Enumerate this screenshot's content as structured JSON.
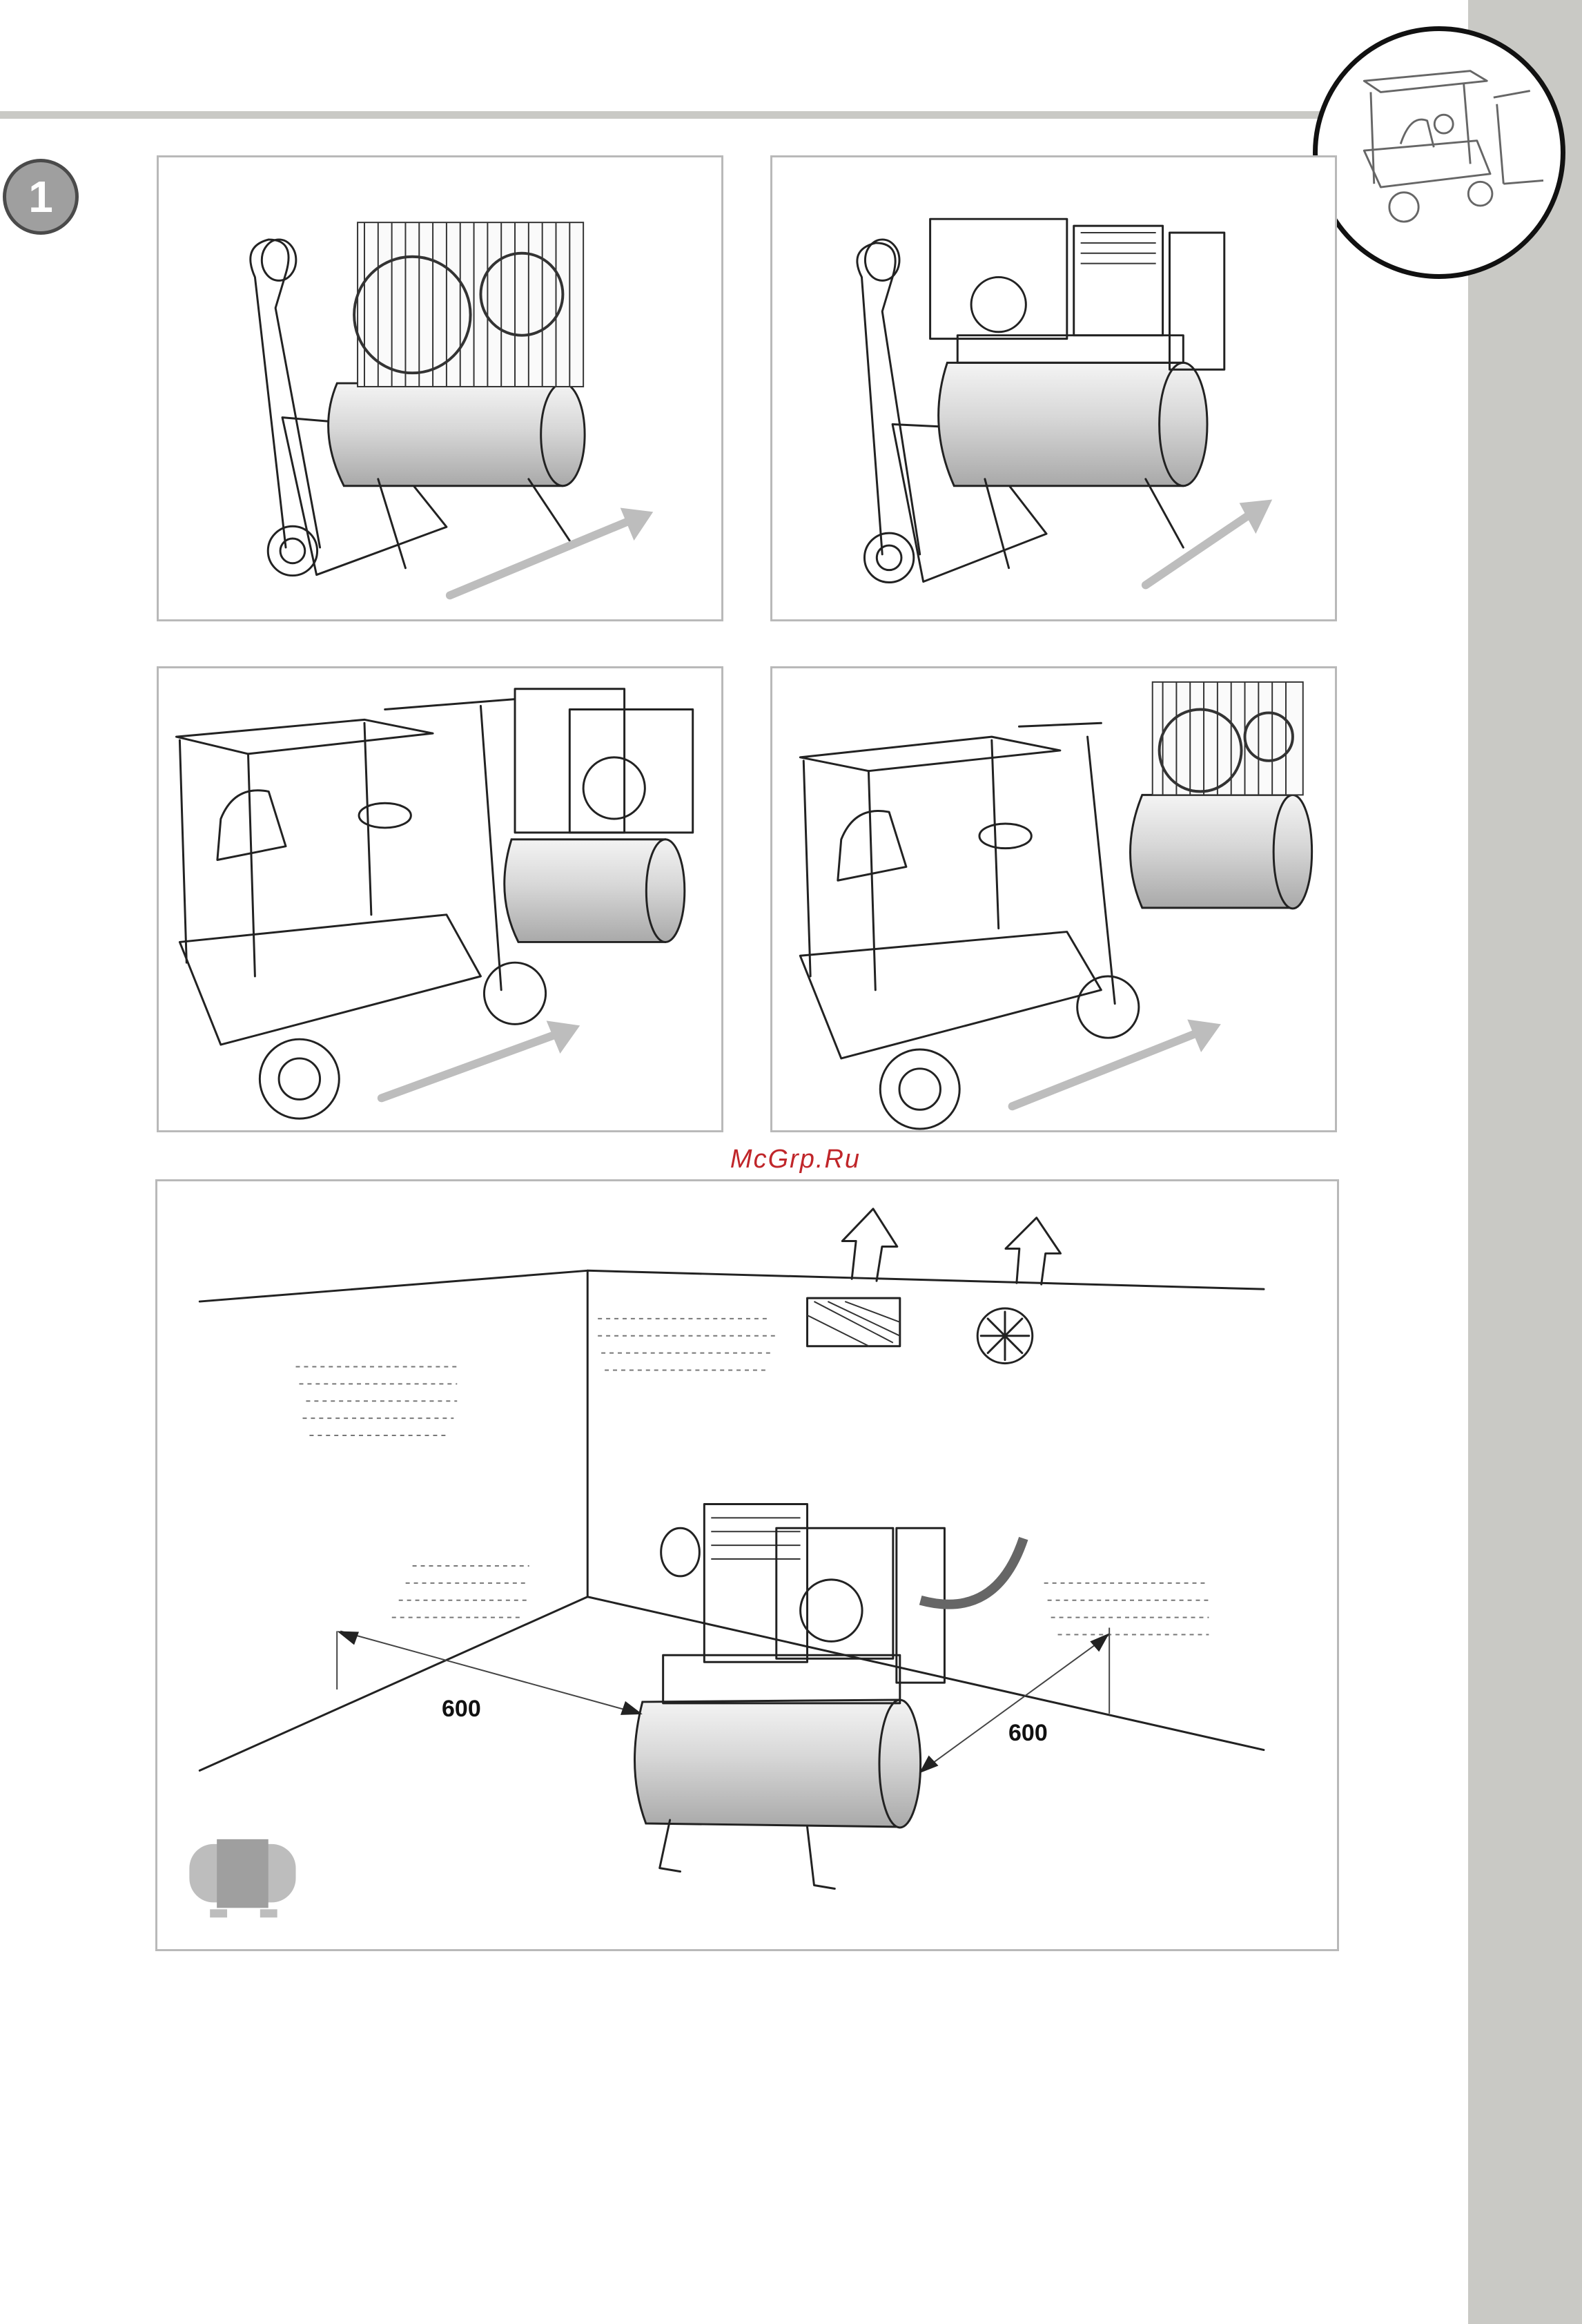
{
  "step_number": "1",
  "watermark": "McGrp.Ru",
  "clearances": {
    "left": "600",
    "right": "600"
  },
  "icons": {
    "corner": "forklift-icon",
    "step": "step-number-badge",
    "bottom_left": "horizontal-tank-icon"
  },
  "colors": {
    "band_gray": "#c9c9c5",
    "badge_gray": "#9f9f9f",
    "watermark_red": "#c0262a",
    "arrow_gray": "#bdbdbd"
  }
}
